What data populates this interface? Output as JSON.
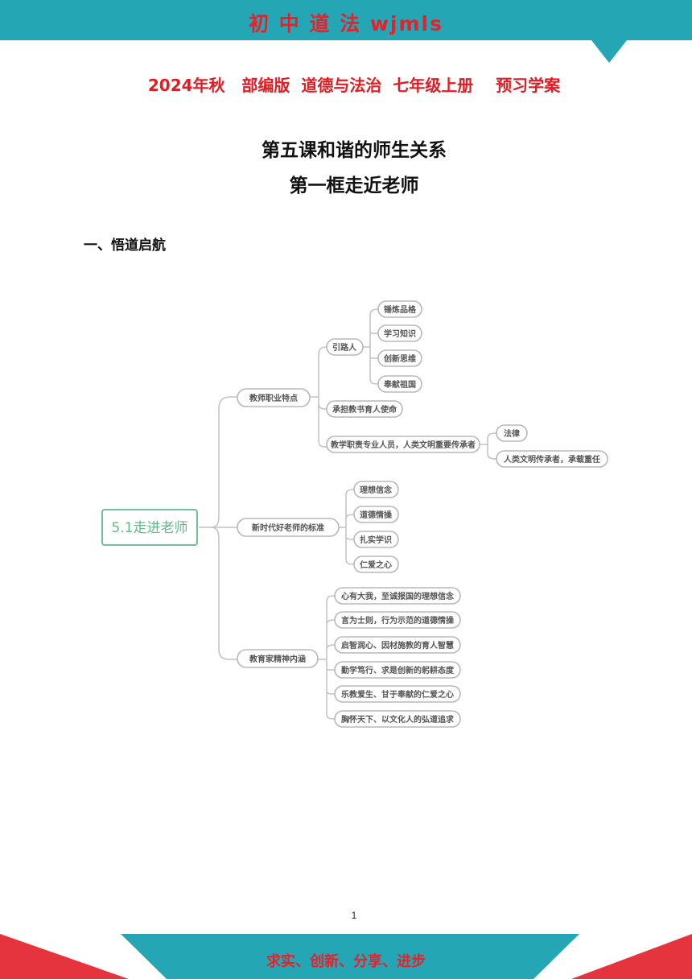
{
  "header": {
    "title": "初 中 道 法 wjmls"
  },
  "subtitle": "2024年秋   部编版  道德与法治  七年级上册    预习学案",
  "lesson_title": "第五课和谐的师生关系",
  "section_title": "第一框走近老师",
  "part_heading": "一、悟道启航",
  "mindmap": {
    "root": "5.1走进老师",
    "branches": [
      {
        "label": "教师职业特点",
        "children": [
          {
            "label": "引路人",
            "children": [
              "锤炼品格",
              "学习知识",
              "创新思维",
              "奉献祖国"
            ]
          },
          {
            "label": "承担教书育人使命"
          },
          {
            "label": "教学职责专业人员，人类文明重要传承者",
            "children": [
              "法律",
              "人类文明传承者，承载重任"
            ]
          }
        ]
      },
      {
        "label": "新时代好老师的标准",
        "children": [
          "理想信念",
          "道德情操",
          "扎实学识",
          "仁爱之心"
        ]
      },
      {
        "label": "教育家精神内涵",
        "children": [
          "心有大我，至诚报国的理想信念",
          "言为士则，行为示范的道德情操",
          "启智润心、因材施教的育人智慧",
          "勤学笃行、求是创新的躬耕态度",
          "乐教爱生、甘于奉献的仁爱之心",
          "胸怀天下、以文化人的弘道追求"
        ]
      }
    ]
  },
  "page_number": "1",
  "footer": {
    "text": "求实、创新、分享、进步"
  },
  "colors": {
    "accent_teal": "#25a6b5",
    "brand_red": "#e8202a",
    "root_green": "#5dbb8a"
  }
}
